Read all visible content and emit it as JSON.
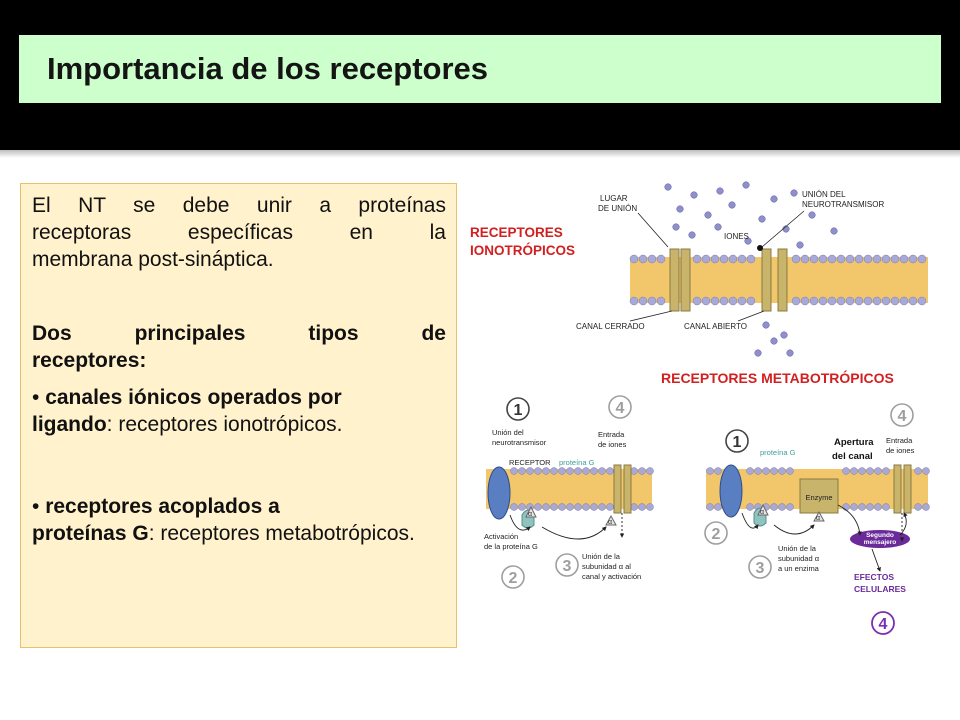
{
  "title": "Importancia de los receptores",
  "text_box": {
    "para1": "El NT se debe unir a proteínas receptoras específicas en la membrana post-sináptica.",
    "para1_lines": [
      "El NT se debe unir a proteínas",
      "receptoras específicas en la",
      "membrana post-sináptica."
    ],
    "types_heading_lines": [
      "Dos principales tipos de",
      "receptores:"
    ],
    "bullet1": {
      "marker": "•",
      "bold1": "canales iónicos operados por",
      "bold2": "ligando",
      "rest": ": receptores ionotrópicos."
    },
    "bullet2": {
      "marker": "•",
      "bold1": "receptores acoplados a",
      "bold2": "proteínas G",
      "rest": ": receptores metabotrópicos."
    }
  },
  "diagram": {
    "iono_title_1": "RECEPTORES",
    "iono_title_2": "IONOTRÓPICOS",
    "lugar_1": "LUGAR",
    "lugar_2": "DE UNIÓN",
    "union_nt_1": "UNIÓN DEL",
    "union_nt_2": "NEUROTRANSMISOR",
    "iones": "IONES",
    "canal_cerrado": "CANAL CERRADO",
    "canal_abierto": "CANAL ABIERTO",
    "metabo_title": "RECEPTORES   METABOTRÓPICOS",
    "left": {
      "step1": "1",
      "step2": "2",
      "step3": "3",
      "step4": "4",
      "union_1": "Unión del",
      "union_2": "neurotransmisor",
      "receptor": "RECEPTOR",
      "proteina_g": "proteína G",
      "entrada_1": "Entrada",
      "entrada_2": "de iones",
      "activacion_1": "Activación",
      "activacion_2": "de la proteína G",
      "subunidad_1": "Unión de la",
      "subunidad_2": "subunidad α al",
      "subunidad_3": "canal y activación",
      "alpha": "α"
    },
    "right": {
      "step1": "1",
      "step2": "2",
      "step3": "3",
      "step4": "4",
      "step4b": "4",
      "proteina_g": "proteína G",
      "apertura_1": "Apertura",
      "apertura_2": "del canal",
      "entrada_1": "Entrada",
      "entrada_2": "de iones",
      "enzyme": "Enzyme",
      "segundo_1": "Segundo",
      "segundo_2": "mensajero",
      "subunidad_1": "Unión de la",
      "subunidad_2": "subunidad α",
      "subunidad_3": "a un enzima",
      "efectos_1": "EFECTOS",
      "efectos_2": "CELULARES",
      "alpha": "α"
    },
    "colors": {
      "membrane": "#f2c76b",
      "heads": "#a9a9d8",
      "receptor_blue": "#5a7ec2",
      "channel": "#c8b46a",
      "gprotein": "#8fc3c0",
      "purple": "#6a2a9a",
      "red_title": "#d22020",
      "step_circle": "#9e9e9e"
    }
  }
}
